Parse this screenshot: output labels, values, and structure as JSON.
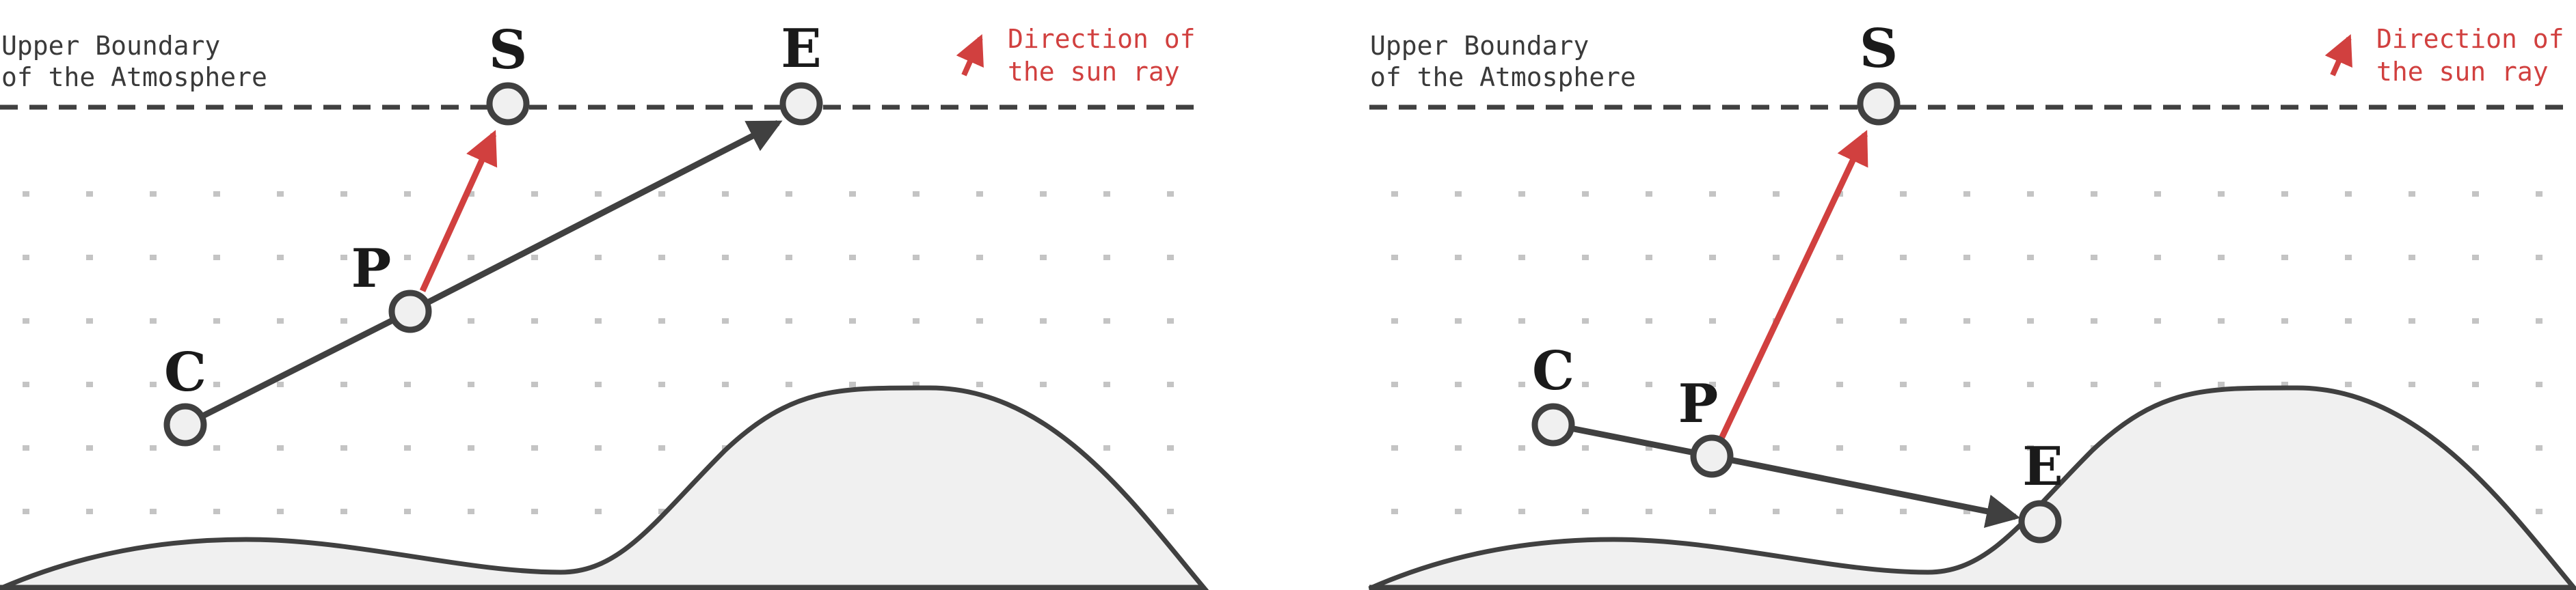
{
  "colors": {
    "dark": "#404040",
    "sun": "#d1403f",
    "ground_fill": "#f0f0f0",
    "dots": "#c4c4c4",
    "text_dark": "#3a3a3a",
    "text_red": "#d1403f"
  },
  "panels": [
    {
      "id": "left",
      "boundary_label": [
        "Upper Boundary",
        "of the Atmosphere"
      ],
      "sun_label": [
        "Direction of",
        "the sun ray"
      ],
      "points": {
        "S": "S",
        "E": "E",
        "P": "P",
        "C": "C"
      }
    },
    {
      "id": "right",
      "boundary_label": [
        "Upper Boundary",
        "of the Atmosphere"
      ],
      "sun_label": [
        "Direction of",
        "the sun ray"
      ],
      "points": {
        "S": "S",
        "E": "E",
        "P": "P",
        "C": "C"
      }
    }
  ]
}
